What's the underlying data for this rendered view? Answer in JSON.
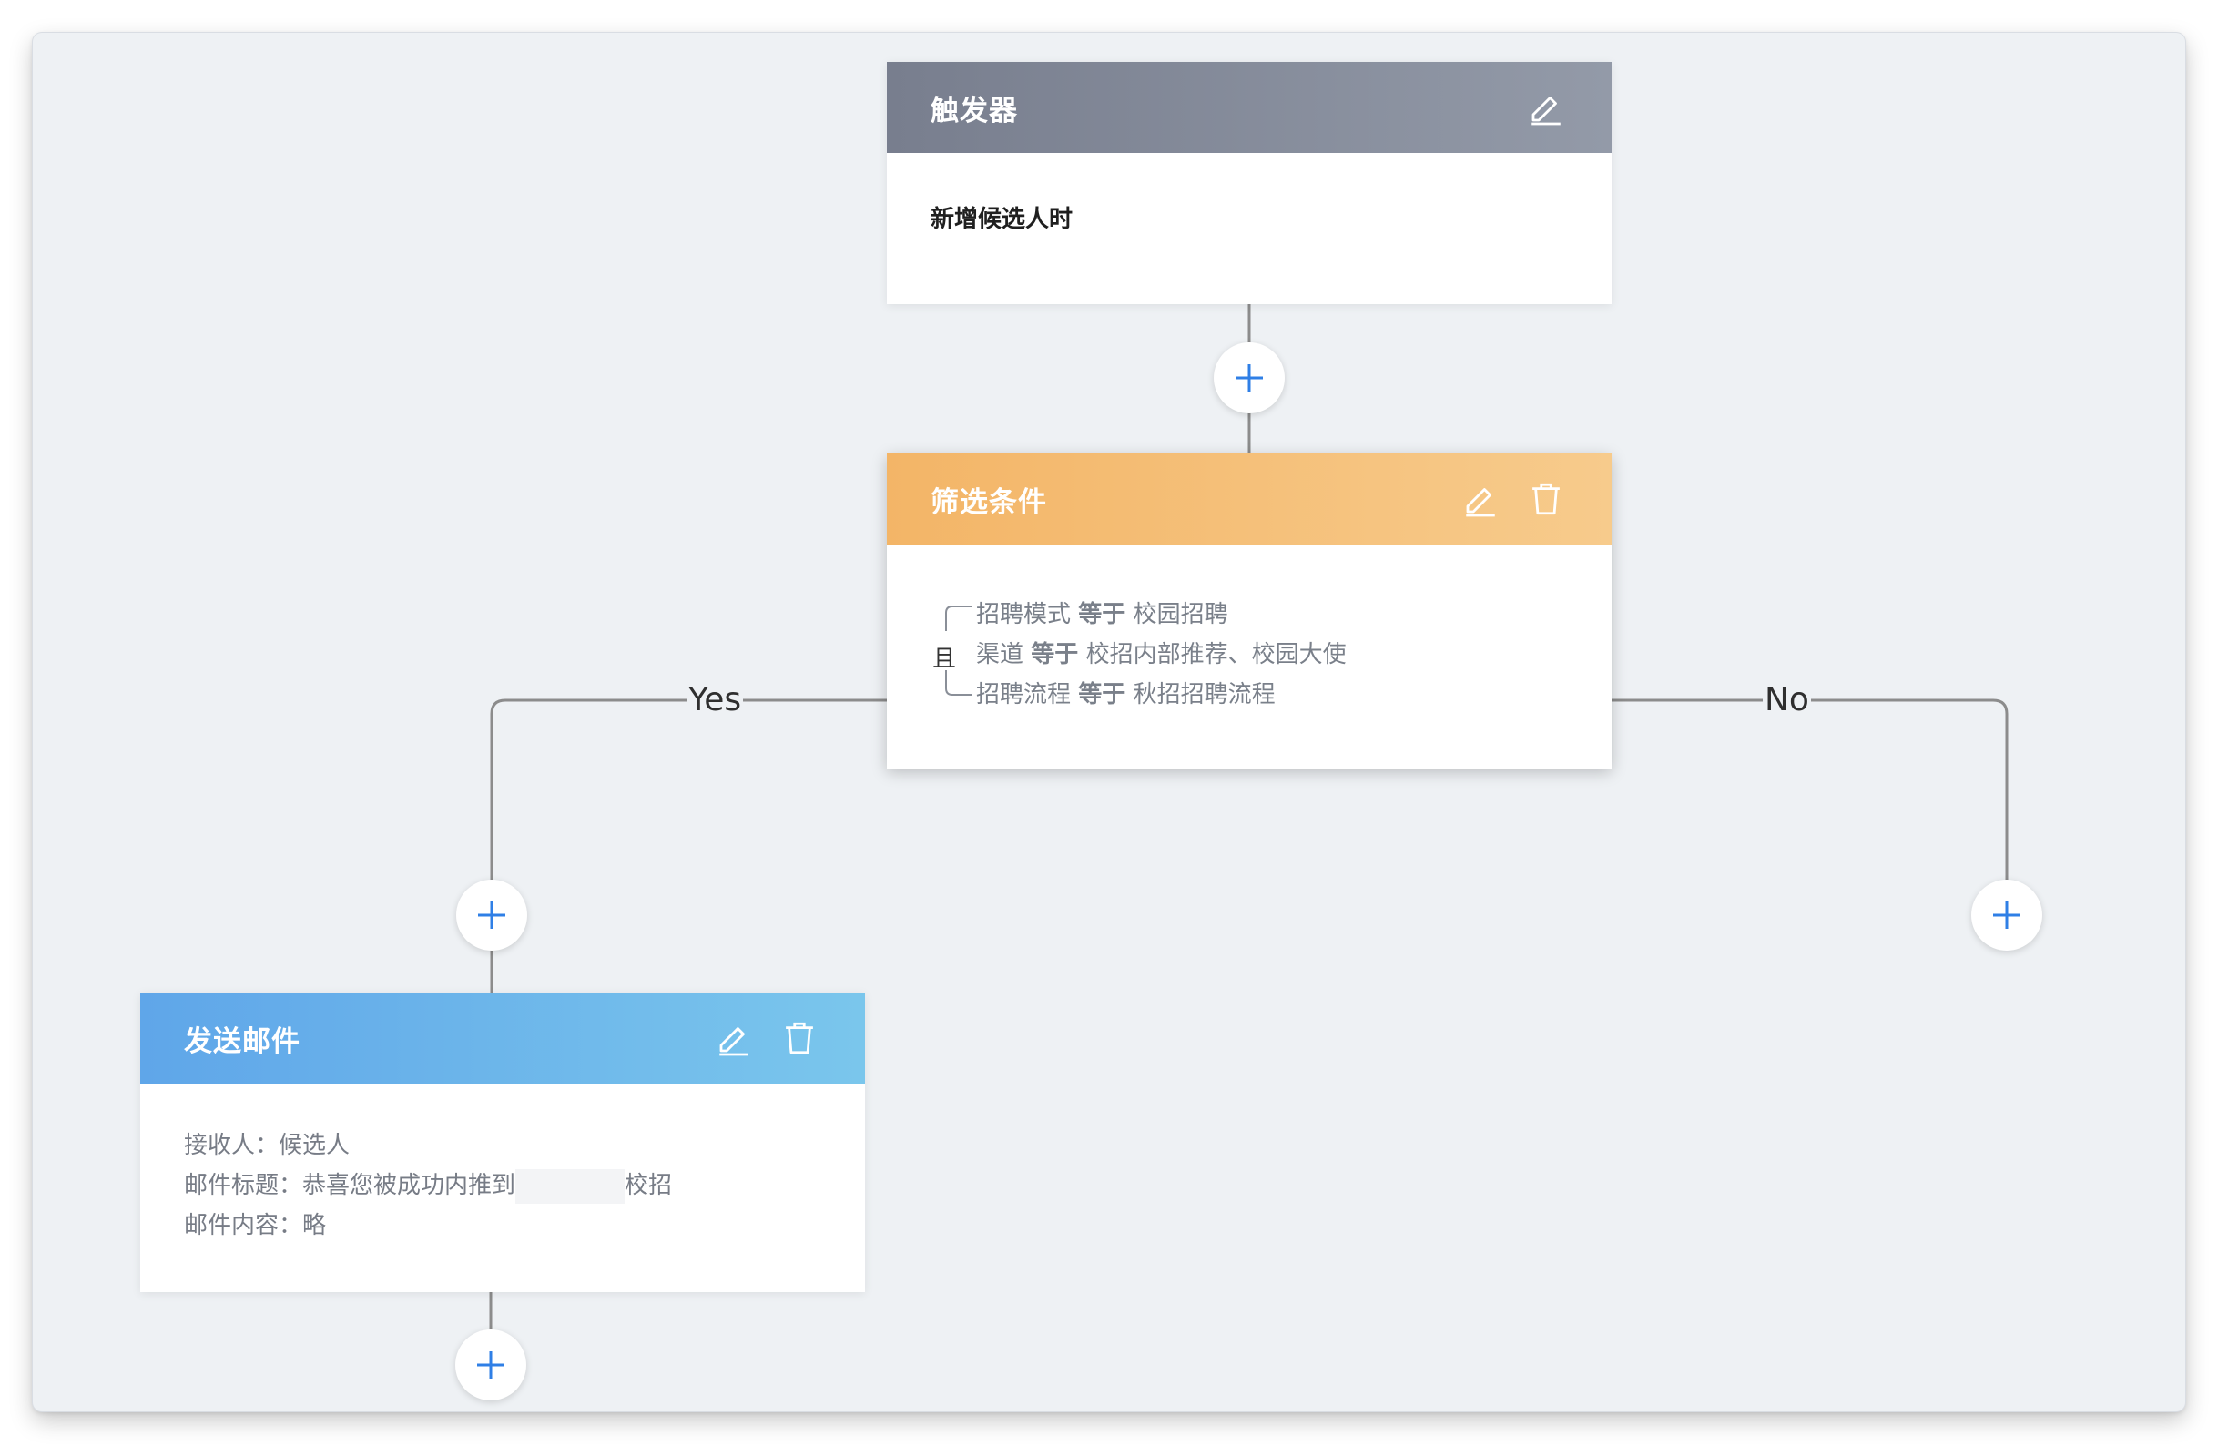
{
  "nodes": {
    "trigger": {
      "title": "触发器",
      "body": "新增候选人时",
      "edit_icon": "pencil-icon"
    },
    "filter": {
      "title": "筛选条件",
      "logic": "且",
      "conditions": [
        {
          "field": "招聘模式",
          "op": "等于",
          "value": "校园招聘"
        },
        {
          "field": "渠道",
          "op": "等于",
          "value": "校招内部推荐、校园大使"
        },
        {
          "field": "招聘流程",
          "op": "等于",
          "value": "秋招招聘流程"
        }
      ],
      "edit_icon": "pencil-icon",
      "delete_icon": "trash-icon"
    },
    "email": {
      "title": "发送邮件",
      "recipient_label": "接收人：",
      "recipient": "候选人",
      "subject_label": "邮件标题：",
      "subject_prefix": "恭喜您被成功内推到",
      "subject_suffix": "校招",
      "content_label": "邮件内容：",
      "content": "略",
      "edit_icon": "pencil-icon",
      "delete_icon": "trash-icon"
    }
  },
  "branches": {
    "yes": "Yes",
    "no": "No"
  },
  "add_icon": "plus-icon",
  "colors": {
    "canvas": "#eef1f4",
    "trigger_header": "#787e8e",
    "filter_header": "#f3b567",
    "email_header": "#5fa6e9",
    "plus": "#2f7fe6",
    "connector": "#8c8c8c"
  }
}
